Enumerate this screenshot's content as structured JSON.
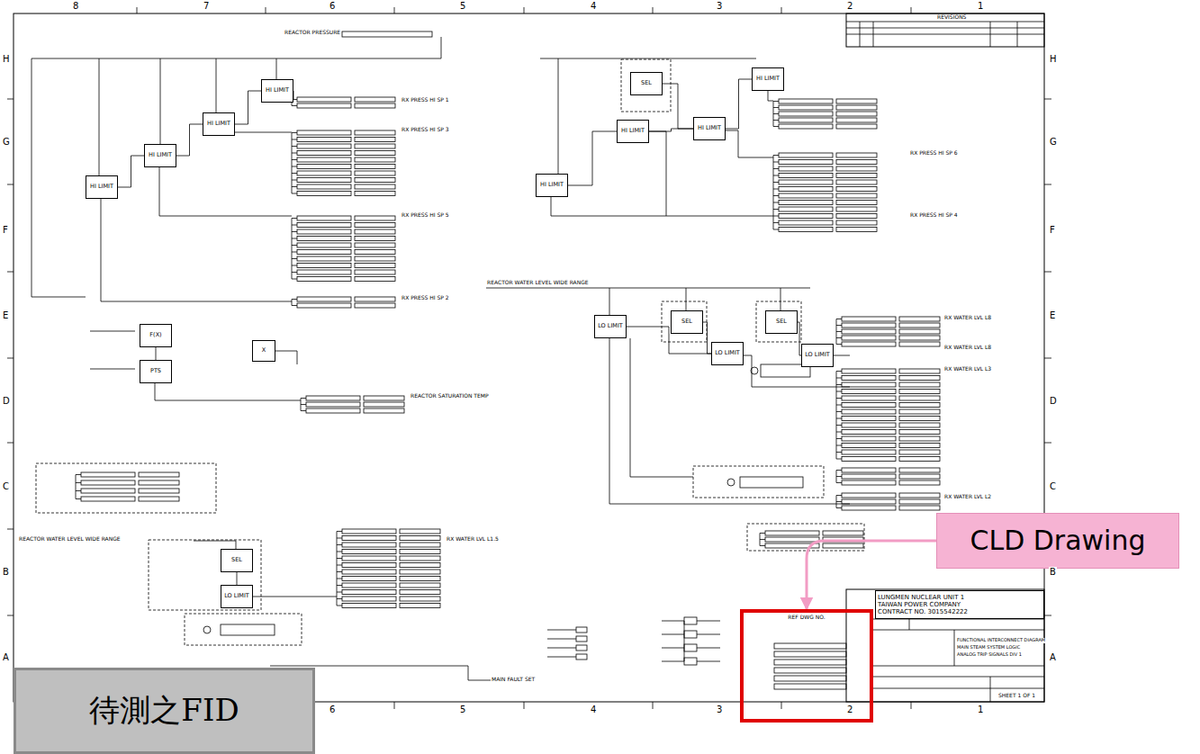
{
  "diagram": {
    "nodes": [
      {
        "text": [
          "CLD Drawing"
        ]
      },
      {
        "text": [
          "待測之FID"
        ]
      },
      {
        "text": [
          "LUNGMEN NUCLEAR UNIT 1",
          "TAIWAN POWER COMPANY",
          "CONTRACT NO. 3015542222"
        ]
      },
      {
        "text": [
          "REF DWG NO."
        ]
      },
      {
        "text": [
          "HI LIMIT"
        ]
      },
      {
        "text": [
          "HI LIMIT"
        ]
      },
      {
        "text": [
          "HI LIMIT"
        ]
      },
      {
        "text": [
          "HI LIMIT"
        ]
      },
      {
        "text": [
          "HI LIMIT"
        ]
      },
      {
        "text": [
          "HI LIMIT"
        ]
      },
      {
        "text": [
          "SEL"
        ]
      },
      {
        "text": [
          "HI LIMIT"
        ]
      },
      {
        "text": [
          "HI LIMIT"
        ]
      },
      {
        "text": [
          "LO LIMIT"
        ]
      },
      {
        "text": [
          "SEL"
        ]
      },
      {
        "text": [
          "LO LIMIT"
        ]
      },
      {
        "text": [
          "SEL"
        ]
      },
      {
        "text": [
          "LO LIMIT"
        ]
      },
      {
        "text": [
          "F(X)"
        ]
      },
      {
        "text": [
          "X"
        ]
      },
      {
        "text": [
          "PTS"
        ]
      },
      {
        "text": [
          "SEL"
        ]
      },
      {
        "text": [
          "LO LIMIT"
        ]
      }
    ],
    "edges": [
      {
        "from": 0,
        "to": 3,
        "arrow": "to"
      },
      {
        "from": 4,
        "to": 5,
        "arrow": "none"
      },
      {
        "from": 5,
        "to": 6,
        "arrow": "none"
      },
      {
        "from": 6,
        "to": 7,
        "arrow": "none"
      },
      {
        "from": 9,
        "to": 8,
        "arrow": "none"
      },
      {
        "from": 8,
        "to": 11,
        "arrow": "none"
      },
      {
        "from": 10,
        "to": 11,
        "arrow": "none"
      },
      {
        "from": 11,
        "to": 12,
        "arrow": "none"
      },
      {
        "from": 13,
        "to": 15,
        "arrow": "none"
      },
      {
        "from": 14,
        "to": 15,
        "arrow": "none"
      },
      {
        "from": 16,
        "to": 17,
        "arrow": "none"
      },
      {
        "from": 21,
        "to": 22,
        "arrow": "none"
      },
      {
        "from": 18,
        "to": 20,
        "arrow": "none"
      }
    ],
    "labels": [
      "REACTOR PRESSURE",
      "RX PRESS HI SP 1",
      "RX PRESS HI SP 3",
      "RX PRESS HI SP 5",
      "RX PRESS HI SP 2",
      "RX PRESS HI SP 6",
      "RX PRESS HI SP 4",
      "REACTOR WATER LEVEL WIDE RANGE",
      "RX WATER LVL L8",
      "RX WATER LVL L8",
      "RX WATER LVL L3",
      "RX WATER LVL L2",
      "REACTOR SATURATION TEMP",
      "REACTOR WATER LEVEL WIDE RANGE",
      "RX WATER LVL L1.5",
      "MAIN FAULT SET",
      "REVISIONS",
      "FUNCTIONAL INTERCONNECT DIAGRAM",
      "MAIN STEAM SYSTEM LOGIC",
      "ANALOG TRIP SIGNALS DIV 1",
      "SHEET 1 OF 1",
      "8",
      "7",
      "6",
      "5",
      "4",
      "3",
      "2",
      "1",
      "6",
      "5",
      "4",
      "3",
      "2",
      "1",
      "H",
      "G",
      "F",
      "E",
      "D",
      "C",
      "B",
      "A",
      "H",
      "G",
      "F",
      "E",
      "D",
      "C",
      "B",
      "A"
    ]
  }
}
